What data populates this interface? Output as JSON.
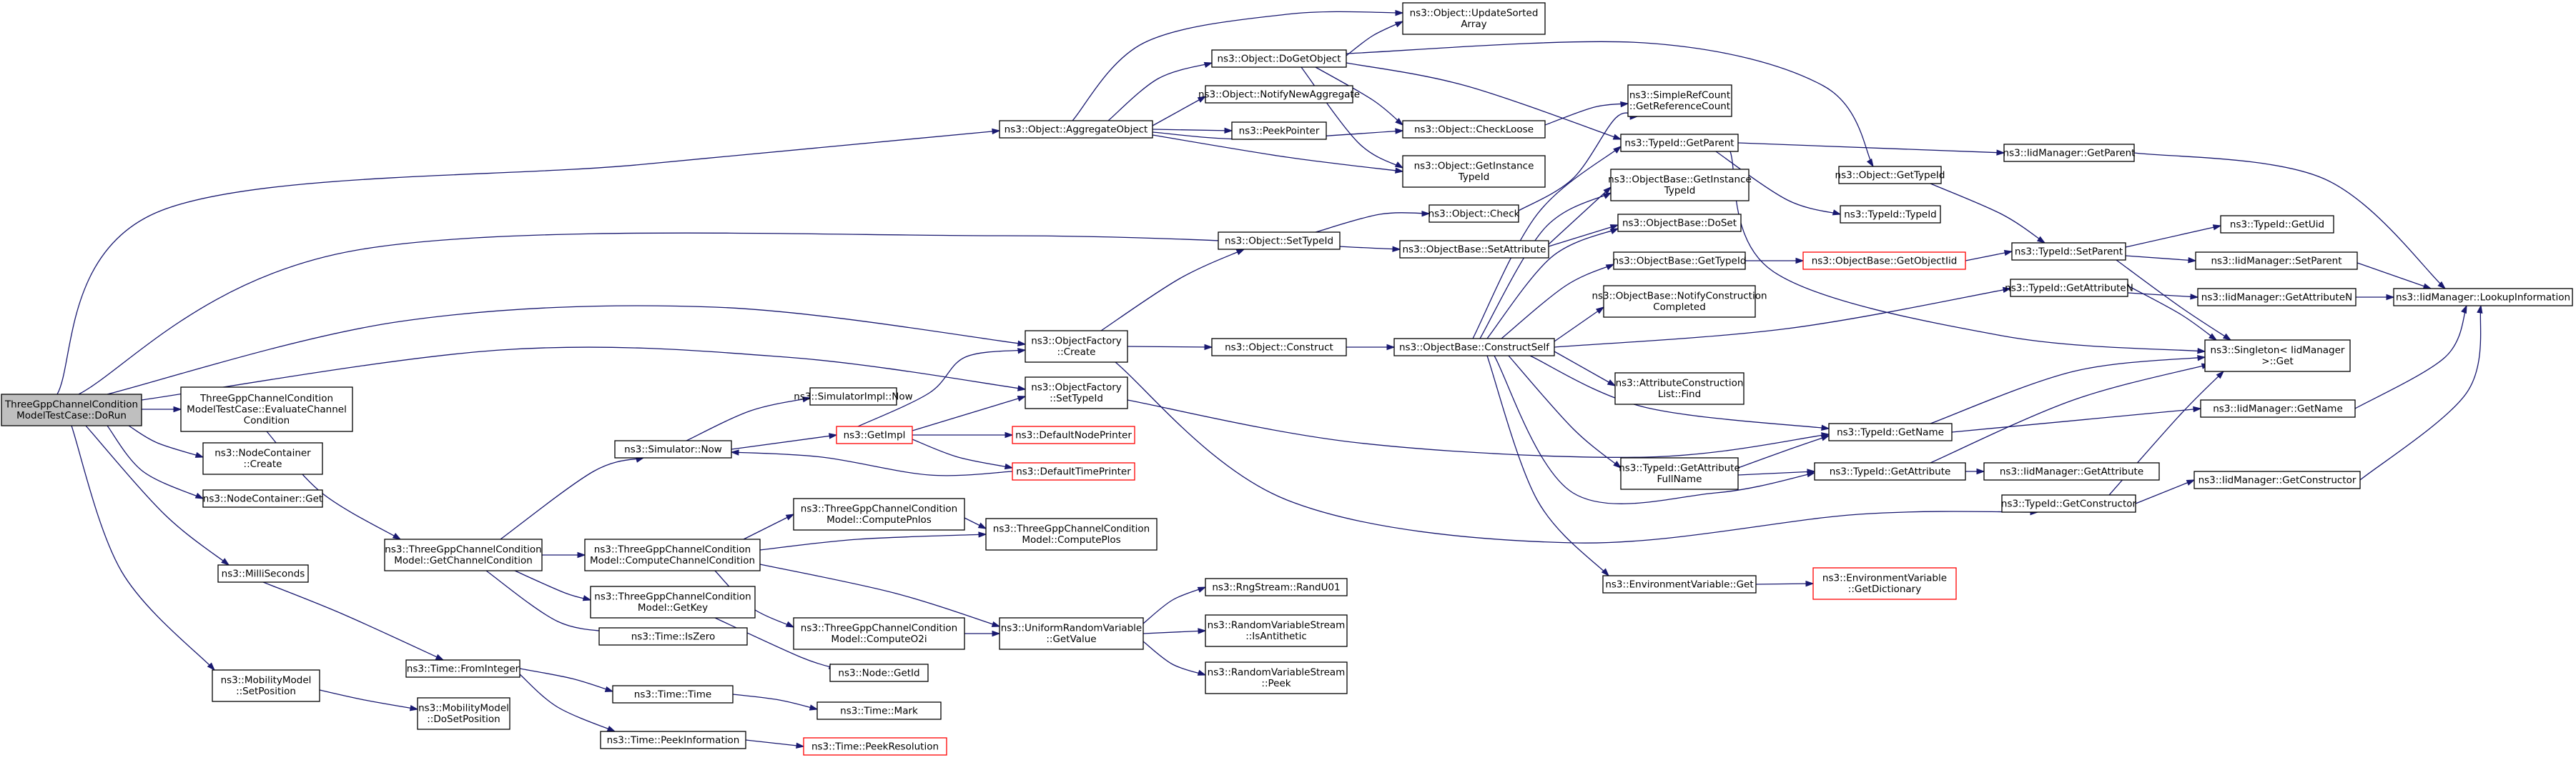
{
  "graph": {
    "nodes": [
      {
        "id": "root",
        "lines": [
          "ThreeGppChannelCondition",
          "ModelTestCase::DoRun"
        ],
        "highlight": true
      },
      {
        "id": "eval",
        "lines": [
          "ThreeGppChannelCondition",
          "ModelTestCase::EvaluateChannel",
          "Condition"
        ]
      },
      {
        "id": "nccreate",
        "lines": [
          "ns3::NodeContainer",
          "::Create"
        ]
      },
      {
        "id": "ncget",
        "lines": [
          "ns3::NodeContainer::Get"
        ]
      },
      {
        "id": "ms",
        "lines": [
          "ns3::MilliSeconds"
        ]
      },
      {
        "id": "mmset",
        "lines": [
          "ns3::MobilityModel",
          "::SetPosition"
        ]
      },
      {
        "id": "getcc",
        "lines": [
          "ns3::ThreeGppChannelCondition",
          "Model::GetChannelCondition"
        ]
      },
      {
        "id": "fromint",
        "lines": [
          "ns3::Time::FromInteger"
        ]
      },
      {
        "id": "mmdoset",
        "lines": [
          "ns3::MobilityModel",
          "::DoSetPosition"
        ]
      },
      {
        "id": "simnow",
        "lines": [
          "ns3::Simulator::Now"
        ]
      },
      {
        "id": "simimplnow",
        "lines": [
          "ns3::SimulatorImpl::Now"
        ]
      },
      {
        "id": "getimpl",
        "lines": [
          "ns3::GetImpl"
        ],
        "red": true
      },
      {
        "id": "defnode",
        "lines": [
          "ns3::DefaultNodePrinter"
        ],
        "red": true
      },
      {
        "id": "deftime",
        "lines": [
          "ns3::DefaultTimePrinter"
        ],
        "red": true
      },
      {
        "id": "computecc",
        "lines": [
          "ns3::ThreeGppChannelCondition",
          "Model::ComputeChannelCondition"
        ]
      },
      {
        "id": "getkey",
        "lines": [
          "ns3::ThreeGppChannelCondition",
          "Model::GetKey"
        ]
      },
      {
        "id": "iszero",
        "lines": [
          "ns3::Time::IsZero"
        ]
      },
      {
        "id": "pnlos",
        "lines": [
          "ns3::ThreeGppChannelCondition",
          "Model::ComputePnlos"
        ]
      },
      {
        "id": "plos",
        "lines": [
          "ns3::ThreeGppChannelCondition",
          "Model::ComputePlos"
        ]
      },
      {
        "id": "o2i",
        "lines": [
          "ns3::ThreeGppChannelCondition",
          "Model::ComputeO2i"
        ]
      },
      {
        "id": "nodegetid",
        "lines": [
          "ns3::Node::GetId"
        ]
      },
      {
        "id": "uniform",
        "lines": [
          "ns3::UniformRandomVariable",
          "::GetValue"
        ]
      },
      {
        "id": "randu01",
        "lines": [
          "ns3::RngStream::RandU01"
        ]
      },
      {
        "id": "isanti",
        "lines": [
          "ns3::RandomVariableStream",
          "::IsAntithetic"
        ]
      },
      {
        "id": "peek",
        "lines": [
          "ns3::RandomVariableStream",
          "::Peek"
        ]
      },
      {
        "id": "timetime",
        "lines": [
          "ns3::Time::Time"
        ]
      },
      {
        "id": "peekinfo",
        "lines": [
          "ns3::Time::PeekInformation"
        ]
      },
      {
        "id": "mark",
        "lines": [
          "ns3::Time::Mark"
        ]
      },
      {
        "id": "peekres",
        "lines": [
          "ns3::Time::PeekResolution"
        ],
        "red": true
      },
      {
        "id": "aggregate",
        "lines": [
          "ns3::Object::AggregateObject"
        ]
      },
      {
        "id": "dogetobj",
        "lines": [
          "ns3::Object::DoGetObject"
        ]
      },
      {
        "id": "updsorted",
        "lines": [
          "ns3::Object::UpdateSorted",
          "Array"
        ]
      },
      {
        "id": "notifyagg",
        "lines": [
          "ns3::Object::NotifyNewAggregate"
        ]
      },
      {
        "id": "peekptr",
        "lines": [
          "ns3::PeekPointer"
        ]
      },
      {
        "id": "checkloose",
        "lines": [
          "ns3::Object::CheckLoose"
        ]
      },
      {
        "id": "getinsttid",
        "lines": [
          "ns3::Object::GetInstance",
          "TypeId"
        ]
      },
      {
        "id": "refcount",
        "lines": [
          "ns3::SimpleRefCount",
          "::GetReferenceCount"
        ]
      },
      {
        "id": "objcheck",
        "lines": [
          "ns3::Object::Check"
        ]
      },
      {
        "id": "objsettid",
        "lines": [
          "ns3::Object::SetTypeId"
        ]
      },
      {
        "id": "obsetattr",
        "lines": [
          "ns3::ObjectBase::SetAttribute"
        ]
      },
      {
        "id": "ofcreate",
        "lines": [
          "ns3::ObjectFactory",
          "::Create"
        ]
      },
      {
        "id": "ofsettid",
        "lines": [
          "ns3::ObjectFactory",
          "::SetTypeId"
        ]
      },
      {
        "id": "objconstruct",
        "lines": [
          "ns3::Object::Construct"
        ]
      },
      {
        "id": "constructself",
        "lines": [
          "ns3::ObjectBase::ConstructSelf"
        ]
      },
      {
        "id": "tidgetparent",
        "lines": [
          "ns3::TypeId::GetParent"
        ]
      },
      {
        "id": "obgetinst",
        "lines": [
          "ns3::ObjectBase::GetInstance",
          "TypeId"
        ]
      },
      {
        "id": "tidtid",
        "lines": [
          "ns3::TypeId::TypeId"
        ]
      },
      {
        "id": "obdoset",
        "lines": [
          "ns3::ObjectBase::DoSet"
        ]
      },
      {
        "id": "obgettid",
        "lines": [
          "ns3::ObjectBase::GetTypeId"
        ]
      },
      {
        "id": "obnotify",
        "lines": [
          "ns3::ObjectBase::NotifyConstruction",
          "Completed"
        ]
      },
      {
        "id": "attrfind",
        "lines": [
          "ns3::AttributeConstruction",
          "List::Find"
        ]
      },
      {
        "id": "tidgetattrfull",
        "lines": [
          "ns3::TypeId::GetAttribute",
          "FullName"
        ]
      },
      {
        "id": "envget",
        "lines": [
          "ns3::EnvironmentVariable::Get"
        ]
      },
      {
        "id": "envdict",
        "lines": [
          "ns3::EnvironmentVariable",
          "::GetDictionary"
        ],
        "red": true
      },
      {
        "id": "obgetobjtid",
        "lines": [
          "ns3::ObjectBase::GetObjectIid"
        ],
        "red": true
      },
      {
        "id": "objgettid",
        "lines": [
          "ns3::Object::GetTypeId"
        ]
      },
      {
        "id": "tidsetparent",
        "lines": [
          "ns3::TypeId::SetParent"
        ]
      },
      {
        "id": "tidgetattrn",
        "lines": [
          "ns3::TypeId::GetAttributeN"
        ]
      },
      {
        "id": "tidgetname",
        "lines": [
          "ns3::TypeId::GetName"
        ]
      },
      {
        "id": "tidgetattr",
        "lines": [
          "ns3::TypeId::GetAttribute"
        ]
      },
      {
        "id": "tidgetctor",
        "lines": [
          "ns3::TypeId::GetConstructor"
        ]
      },
      {
        "id": "iidgetparent",
        "lines": [
          "ns3::IidManager::GetParent"
        ]
      },
      {
        "id": "tidgetuid",
        "lines": [
          "ns3::TypeId::GetUid"
        ]
      },
      {
        "id": "iidsetparent",
        "lines": [
          "ns3::IidManager::SetParent"
        ]
      },
      {
        "id": "iidgetattrn",
        "lines": [
          "ns3::IidManager::GetAttributeN"
        ]
      },
      {
        "id": "singleton",
        "lines": [
          "ns3::Singleton< IidManager",
          ">::Get"
        ]
      },
      {
        "id": "iidgetname",
        "lines": [
          "ns3::IidManager::GetName"
        ]
      },
      {
        "id": "iidgetattr",
        "lines": [
          "ns3::IidManager::GetAttribute"
        ]
      },
      {
        "id": "iidgetctor",
        "lines": [
          "ns3::IidManager::GetConstructor"
        ]
      },
      {
        "id": "lookup",
        "lines": [
          "ns3::IidManager::LookupInformation"
        ]
      }
    ]
  }
}
